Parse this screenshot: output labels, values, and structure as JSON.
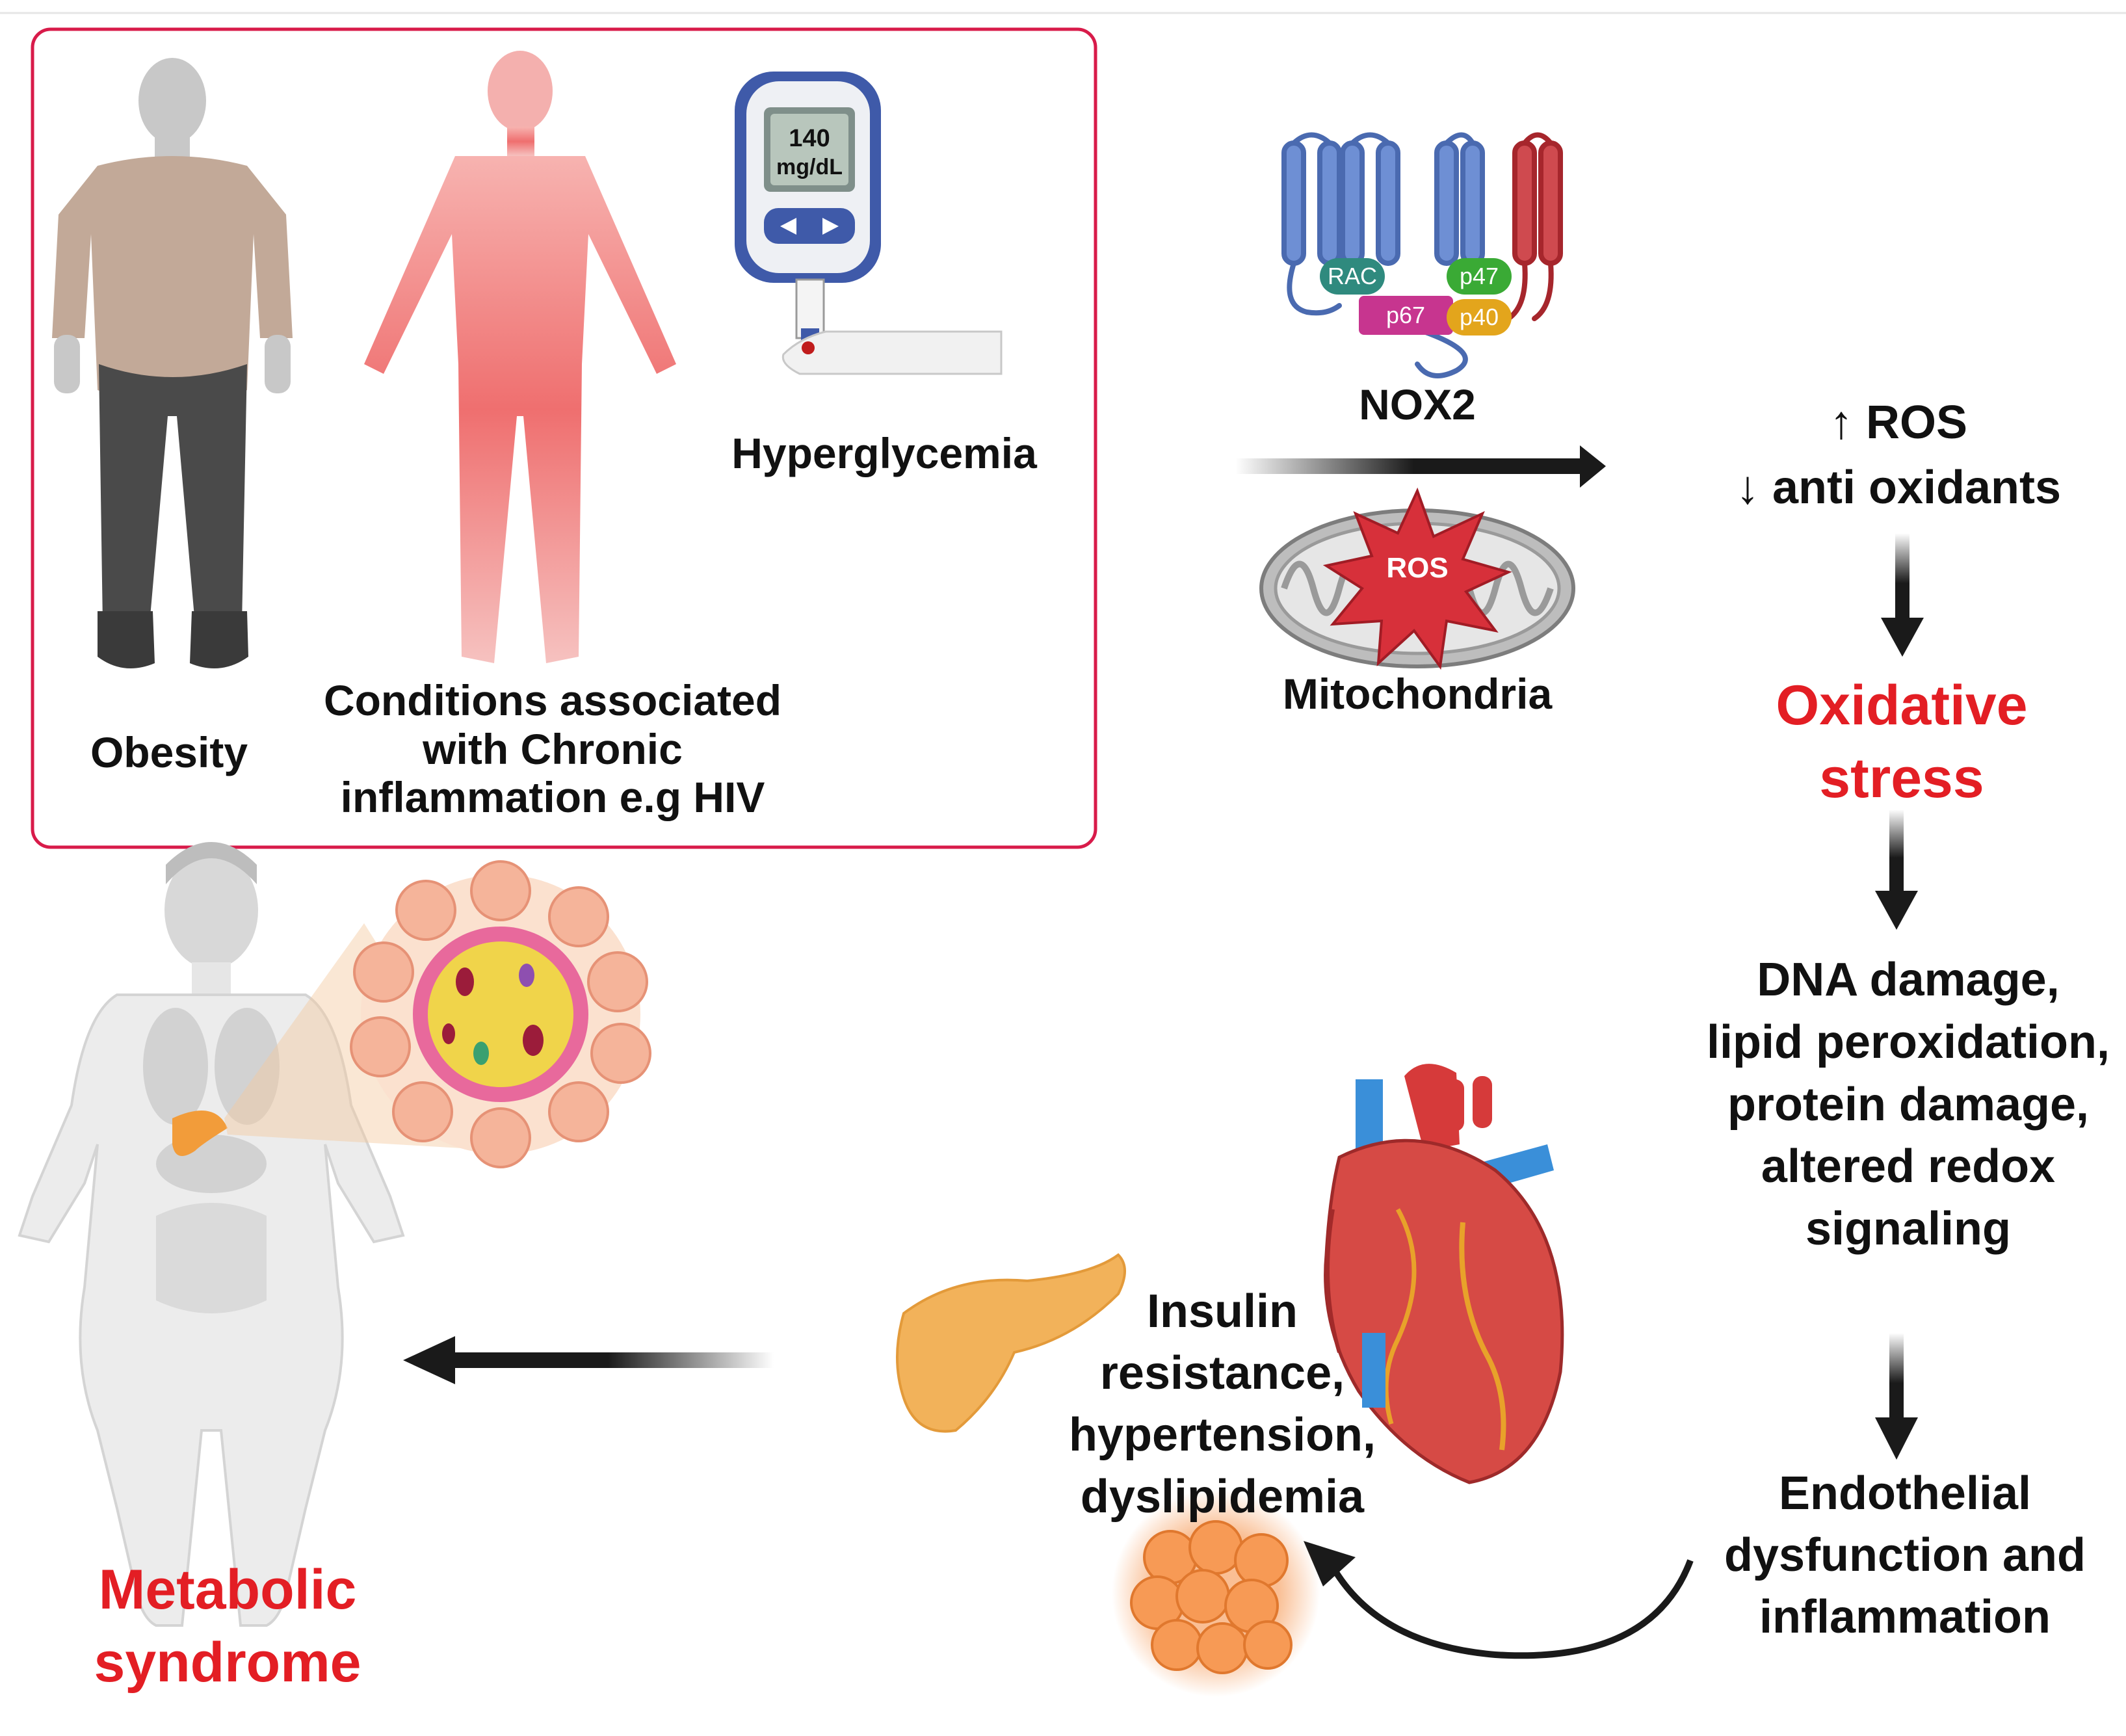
{
  "colors": {
    "accent_red": "#e31e24",
    "box_border": "#d81b4a",
    "arrow": "#1a1a1a",
    "nox_blue": "#5b7fc4",
    "nox_red": "#c0363c",
    "skin_pink": "#f29a9a",
    "pancreas_orange": "#f2b25a",
    "fat_orange": "#f58a3c",
    "grey_figure": "#c9c9c9"
  },
  "risk_factors": {
    "obesity_label": "Obesity",
    "chronic_inflammation_label": "Conditions associated with Chronic inflammation e.g HIV",
    "hyperglycemia_label": "Hyperglycemia",
    "glucometer_value": "140",
    "glucometer_unit": "mg/dL"
  },
  "sources": {
    "nox2_label": "NOX2",
    "subunits": [
      "RAC",
      "p47",
      "p67",
      "p40"
    ],
    "mitochondria_label": "Mitochondria",
    "ros_burst_label": "ROS"
  },
  "cascade": {
    "ros_up": "↑ ROS",
    "antioxidants_down": "↓ anti oxidants",
    "oxidative_stress": "Oxidative stress",
    "damage": "DNA damage, lipid peroxidation, protein damage, altered redox signaling",
    "endothelial": "Endothelial dysfunction and inflammation"
  },
  "outcomes": {
    "conditions": "Insulin resistance, hypertension, dyslipidemia",
    "metabolic_syndrome": "Metabolic syndrome"
  }
}
